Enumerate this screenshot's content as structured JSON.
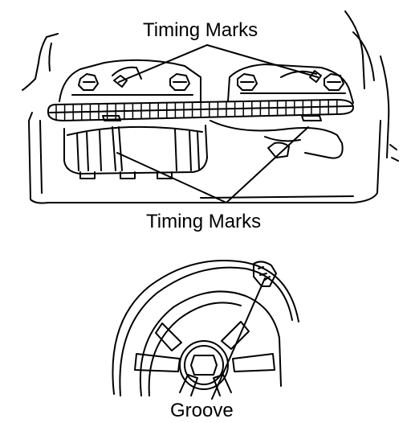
{
  "labels": {
    "top_timing_marks": "Timing Marks",
    "middle_timing_marks": "Timing Marks",
    "groove": "Groove"
  },
  "colors": {
    "ink": "#000000",
    "background": "#ffffff"
  }
}
